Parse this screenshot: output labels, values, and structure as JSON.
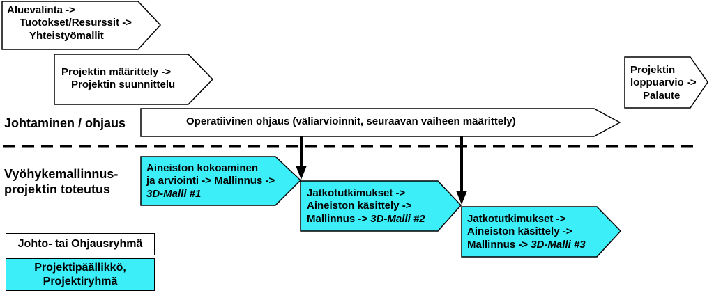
{
  "colors": {
    "cyan": "#3ceef8",
    "white": "#ffffff",
    "stroke": "#000000"
  },
  "top_boxes": {
    "aluevalinta": {
      "lines": [
        "Aluevalinta ->",
        "Tuotokset/Resurssit ->",
        "Yhteistyömallit"
      ]
    },
    "maarittely": {
      "lines": [
        "Projektin määrittely ->",
        "Projektin suunnittelu"
      ]
    },
    "loppuarvio": {
      "lines": [
        "Projektin",
        "loppuarvio ->",
        "Palaute"
      ]
    }
  },
  "rows": {
    "management_label": "Johtaminen / ohjaus",
    "management_arrow": "Operatiivinen ohjaus (väliarvioinnit, seuraavan vaiheen määrittely)",
    "implementation_label": [
      "Vyöhykemallinnus-",
      "projektin toteutus"
    ]
  },
  "phases": [
    {
      "lines": [
        "Aineiston kokoaminen",
        "ja arviointi -> Mallinnus ->"
      ],
      "model": "3D-Malli #1"
    },
    {
      "lines": [
        "Jatkotutkimukset ->",
        "Aineiston käsittely ->"
      ],
      "prefix": "Mallinnus -> ",
      "model": "3D-Malli #2"
    },
    {
      "lines": [
        "Jatkotutkimukset ->",
        "Aineiston käsittely ->"
      ],
      "prefix": "Mallinnus -> ",
      "model": "3D-Malli #3"
    }
  ],
  "legend": {
    "management_group": "Johto- tai Ohjausryhmä",
    "project_team": [
      "Projektipäällikkö,",
      "Projektiryhmä"
    ]
  }
}
